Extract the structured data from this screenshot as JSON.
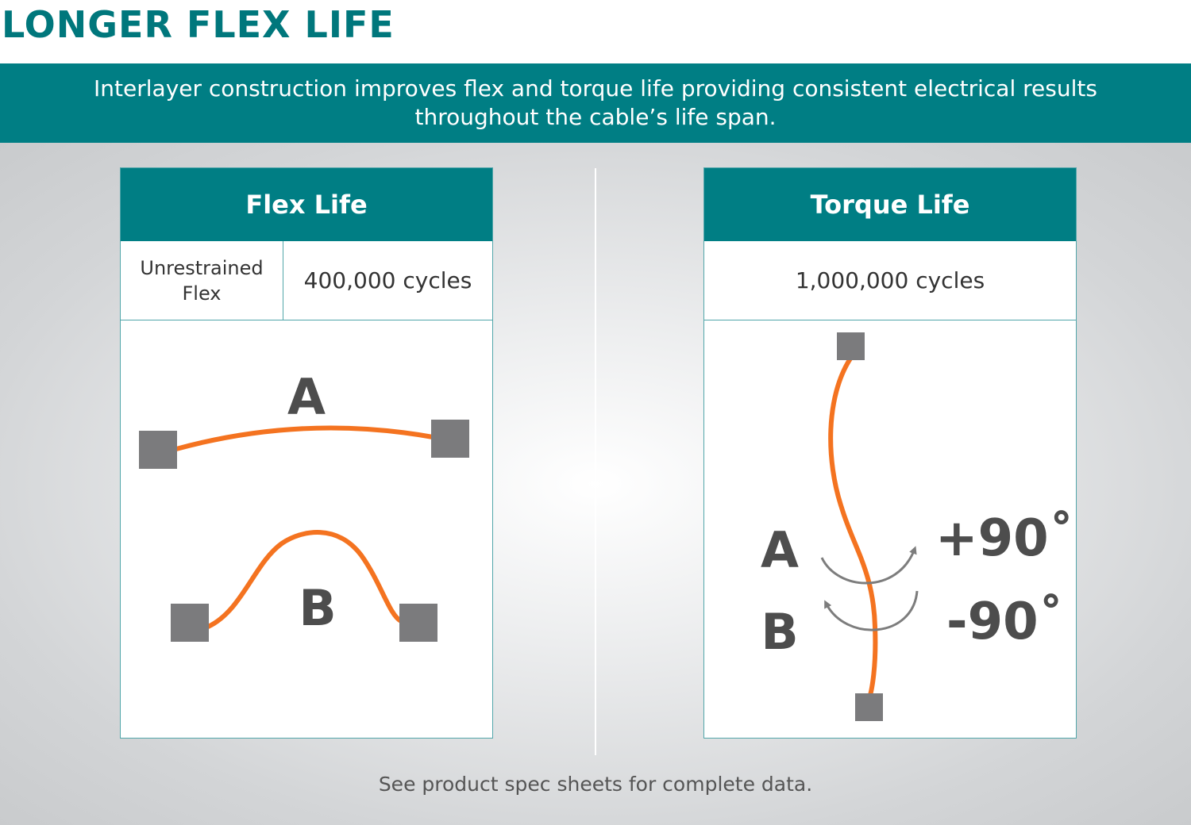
{
  "page": {
    "title": "LONGER FLEX LIFE",
    "banner_text": "Interlayer construction improves flex and torque life providing consistent electrical results throughout the cable’s life span.",
    "footnote": "See product spec sheets for complete data."
  },
  "flex_panel": {
    "title": "Flex Life",
    "spec_label": "Unrestrained Flex",
    "spec_value": "400,000 cycles",
    "diagram_labels": {
      "a": "A",
      "b": "B"
    }
  },
  "torque_panel": {
    "title": "Torque Life",
    "spec_value": "1,000,000 cycles",
    "diagram_labels": {
      "a": "A",
      "b": "B",
      "plus_angle": "+90˚",
      "minus_angle": "-90˚"
    }
  },
  "colors": {
    "teal": "#007e84",
    "cable_orange": "#f47320",
    "anchor_gray": "#7b7b7d",
    "arrow_gray": "#7d7d7d",
    "label_gray": "#4d4d4d"
  }
}
